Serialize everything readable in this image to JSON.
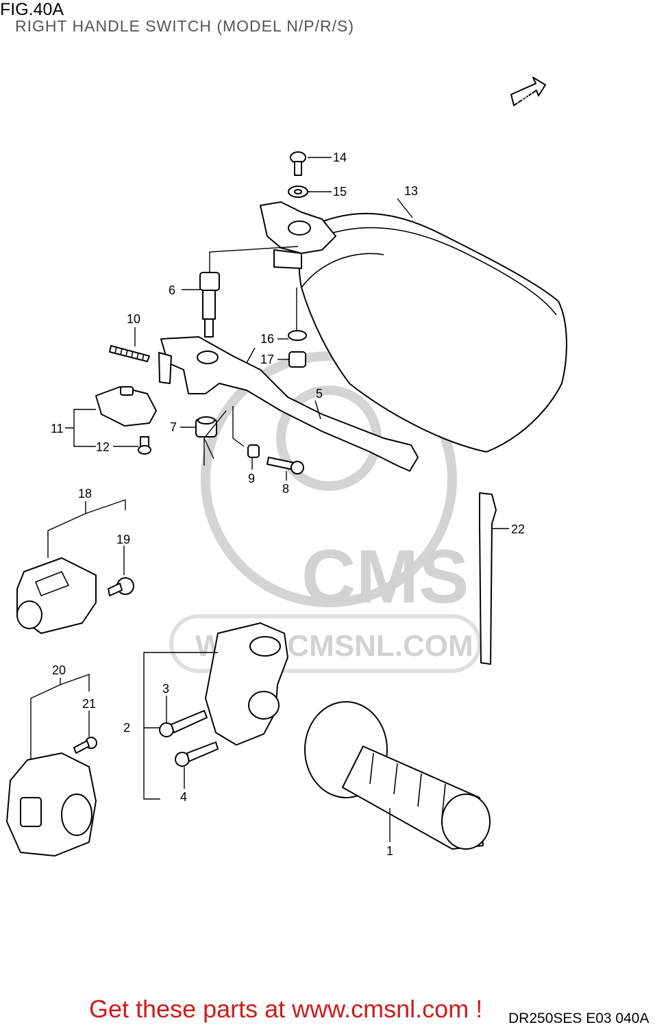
{
  "figure": {
    "id": "FIG.40A",
    "title": "RIGHT HANDLE SWITCH (MODEL N/P/R/S)",
    "direction_badge": "FWD",
    "reference_code": "DR250SES E03  040A"
  },
  "watermark": {
    "logo_text": "CMS",
    "url_text": "WWW.CMSNL.COM"
  },
  "promo_banner": "Get these parts at www.cmsnl.com !",
  "callouts": [
    "1",
    "2",
    "3",
    "4",
    "5",
    "6",
    "7",
    "8",
    "9",
    "10",
    "11",
    "12",
    "13",
    "14",
    "15",
    "16",
    "17",
    "18",
    "19",
    "20",
    "21",
    "22"
  ],
  "colors": {
    "promo_text": "#d11a1a",
    "line_art": "#000000",
    "watermark": "#d4d4d4"
  }
}
